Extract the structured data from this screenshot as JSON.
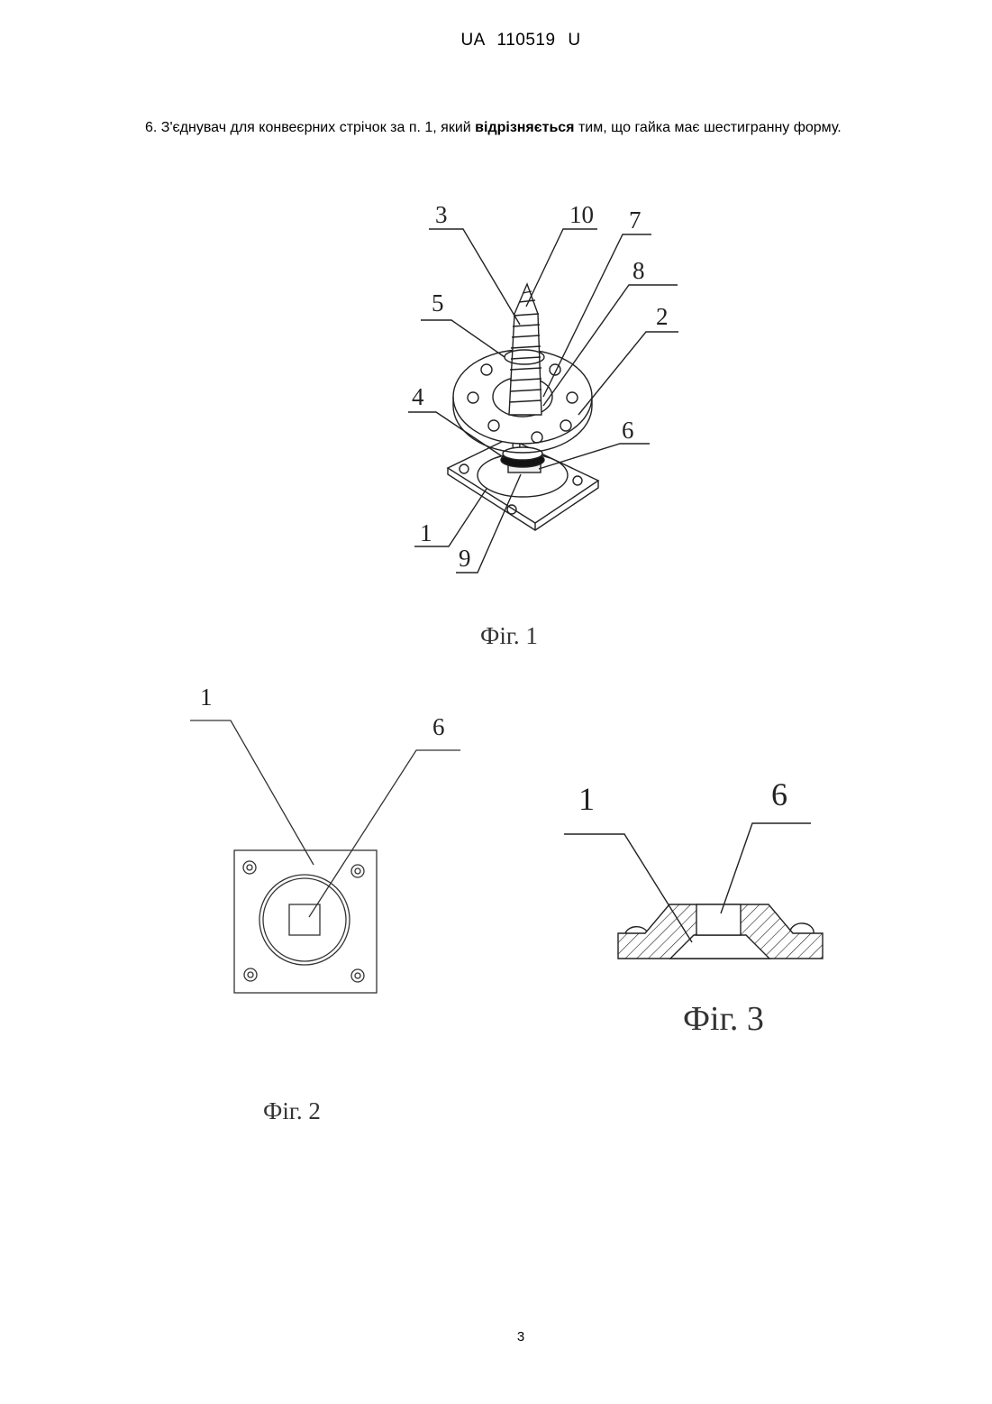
{
  "header": {
    "doc_id": "UA   110519   U"
  },
  "claim": {
    "pre": "6. З'єднувач  для конвеєрних стрічок за п. 1, який ",
    "bold": "відрізняється",
    "post": " тим, що гайка має шестигранну форму."
  },
  "figures": {
    "fig1": {
      "caption": "Фіг. 1",
      "labels": [
        "3",
        "10",
        "7",
        "8",
        "5",
        "2",
        "4",
        "6",
        "1",
        "9"
      ]
    },
    "fig2": {
      "caption": "Фіг. 2",
      "labels": [
        "1",
        "6"
      ]
    },
    "fig3": {
      "caption": "Фіг. 3",
      "labels": [
        "1",
        "6"
      ]
    }
  },
  "footer": {
    "page_number": "3"
  }
}
